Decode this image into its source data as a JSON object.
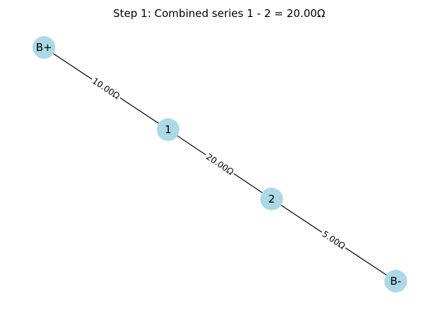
{
  "title": "Step 1: Combined series 1 - 2 = 20.00Ω",
  "colors": {
    "node_fill": "#add8e6",
    "edge": "#000000",
    "background": "#ffffff"
  },
  "nodes": [
    {
      "id": "B+",
      "label": "B+"
    },
    {
      "id": "1",
      "label": "1"
    },
    {
      "id": "2",
      "label": "2"
    },
    {
      "id": "B-",
      "label": "B-"
    }
  ],
  "edges": [
    {
      "from": "B+",
      "to": "1",
      "label": "10.00Ω"
    },
    {
      "from": "1",
      "to": "2",
      "label": "20.00Ω"
    },
    {
      "from": "2",
      "to": "B-",
      "label": "5.00Ω"
    }
  ]
}
